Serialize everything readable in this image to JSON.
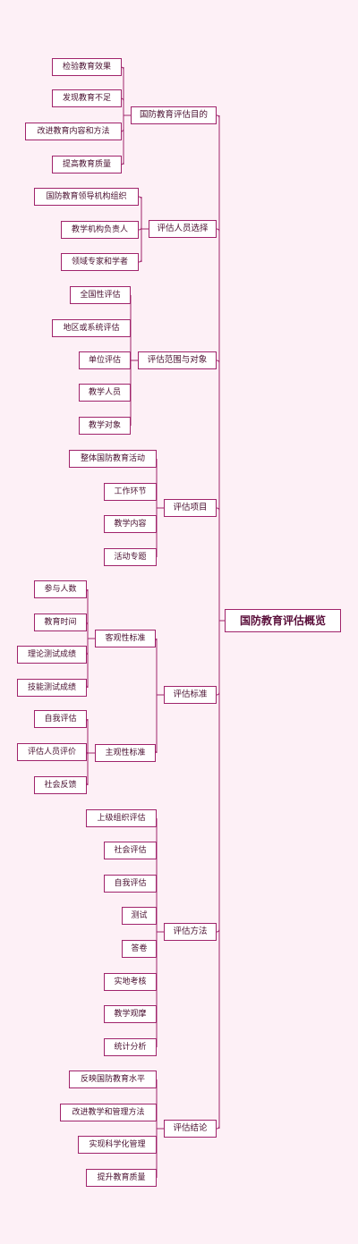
{
  "root": "国防教育评估概览",
  "branches": [
    {
      "label": "国防教育评估目的",
      "children": [
        {
          "label": "检验教育效果"
        },
        {
          "label": "发现教育不足"
        },
        {
          "label": "改进教育内容和方法"
        },
        {
          "label": "提高教育质量"
        }
      ]
    },
    {
      "label": "评估人员选择",
      "children": [
        {
          "label": "国防教育领导机构组织"
        },
        {
          "label": "教学机构负责人"
        },
        {
          "label": "领域专家和学者"
        }
      ]
    },
    {
      "label": "评估范围与对象",
      "children": [
        {
          "label": "全国性评估"
        },
        {
          "label": "地区或系统评估"
        },
        {
          "label": "单位评估"
        },
        {
          "label": "教学人员"
        },
        {
          "label": "教学对象"
        }
      ]
    },
    {
      "label": "评估项目",
      "children": [
        {
          "label": "整体国防教育活动"
        },
        {
          "label": "工作环节"
        },
        {
          "label": "教学内容"
        },
        {
          "label": "活动专题"
        }
      ]
    },
    {
      "label": "评估标准",
      "children": [
        {
          "label": "客观性标准",
          "children": [
            {
              "label": "参与人数"
            },
            {
              "label": "教育时间"
            },
            {
              "label": "理论测试成绩"
            },
            {
              "label": "技能测试成绩"
            }
          ]
        },
        {
          "label": "主观性标准",
          "children": [
            {
              "label": "自我评估"
            },
            {
              "label": "评估人员评价"
            },
            {
              "label": "社会反馈"
            }
          ]
        }
      ]
    },
    {
      "label": "评估方法",
      "children": [
        {
          "label": "上级组织评估"
        },
        {
          "label": "社会评估"
        },
        {
          "label": "自我评估"
        },
        {
          "label": "测试"
        },
        {
          "label": "答卷"
        },
        {
          "label": "实地考核"
        },
        {
          "label": "教学观摩"
        },
        {
          "label": "统计分析"
        }
      ]
    },
    {
      "label": "评估结论",
      "children": [
        {
          "label": "反映国防教育水平"
        },
        {
          "label": "改进教学和管理方法"
        },
        {
          "label": "实现科学化管理"
        },
        {
          "label": "提升教育质量"
        }
      ]
    }
  ],
  "colors": {
    "line": "#a0236b",
    "background": "#fdf0f6",
    "node": "#ffffff"
  }
}
